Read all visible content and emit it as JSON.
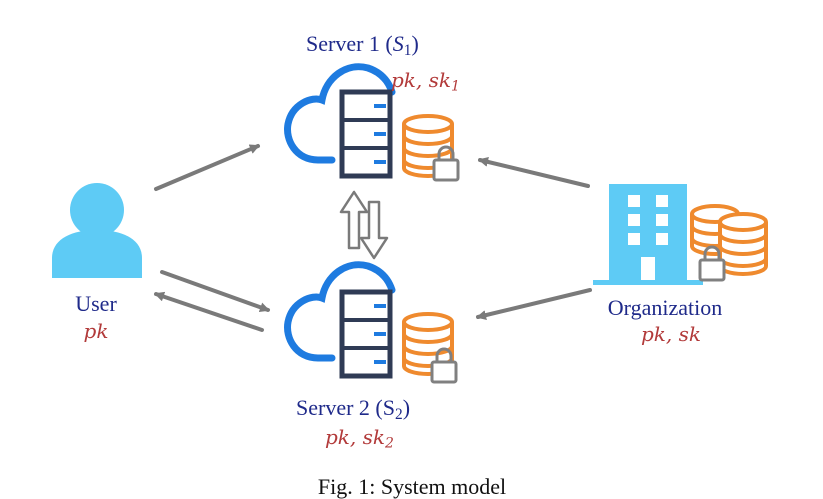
{
  "nodes": {
    "server1": {
      "name": "Server 1 (",
      "symbol": "S",
      "sub": "1",
      "close": ")",
      "key_main": "pk, sk",
      "key_sub": "1"
    },
    "server2": {
      "name": "Server 2 (S",
      "sub": "2",
      "close": ")",
      "key_main": "pk, sk",
      "key_sub": "2"
    },
    "user": {
      "name": "User",
      "key": "pk"
    },
    "organization": {
      "name": "Organization",
      "key": "pk, sk"
    }
  },
  "caption": "Fig. 1: System model",
  "colors": {
    "cloud": "#1e7be0",
    "server": "#2f3b55",
    "database": "#ef8a2e",
    "lock": "#808080",
    "person": "#5ecbf5",
    "building": "#5ecbf5",
    "arrow": "#7a7a7a",
    "node_name": "#1f2a8a",
    "key": "#b23a3a"
  },
  "icons": [
    "cloud-icon",
    "server-rack-icon",
    "database-icon",
    "lock-icon",
    "user-icon",
    "building-icon",
    "bidirectional-arrow-icon"
  ]
}
